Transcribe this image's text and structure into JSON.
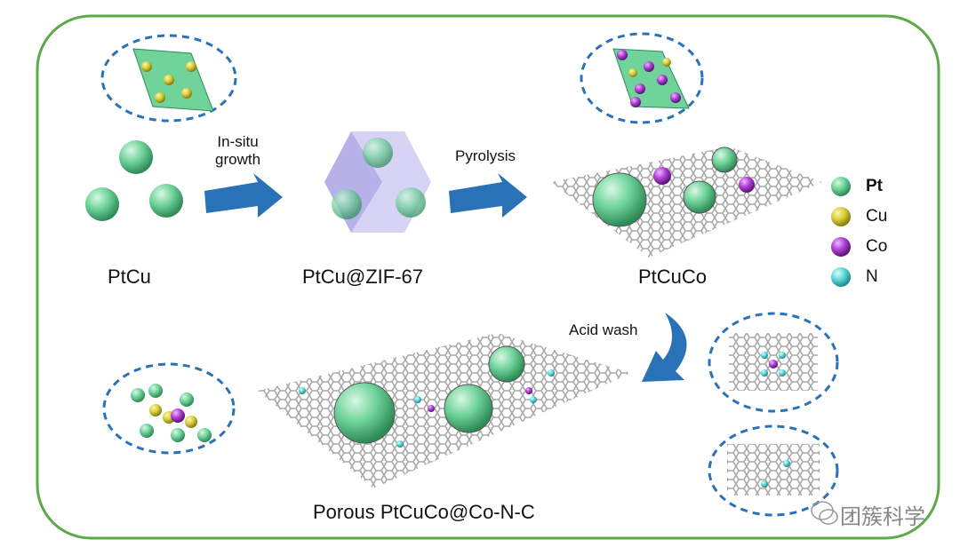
{
  "steps": {
    "in_situ_line1": "In-situ",
    "in_situ_line2": "growth",
    "pyrolysis": "Pyrolysis",
    "acid_wash": "Acid wash"
  },
  "labels": {
    "ptcu": "PtCu",
    "ptcu_zif": "PtCu@ZIF-67",
    "ptcuco": "PtCuCo",
    "porous": "Porous PtCuCo@Co-N-C"
  },
  "legend": [
    {
      "label": "Pt",
      "color": "#6fd39a"
    },
    {
      "label": "Cu",
      "color": "#d8cf3c"
    },
    {
      "label": "Co",
      "color": "#b040d8"
    },
    {
      "label": "N",
      "color": "#5fd8d8"
    }
  ],
  "watermark": "团簇科学",
  "colors": {
    "border": "#5aab48",
    "arrow": "#2a72b8",
    "dash": "#2a72b8",
    "carbon": "#b8b8b8"
  }
}
